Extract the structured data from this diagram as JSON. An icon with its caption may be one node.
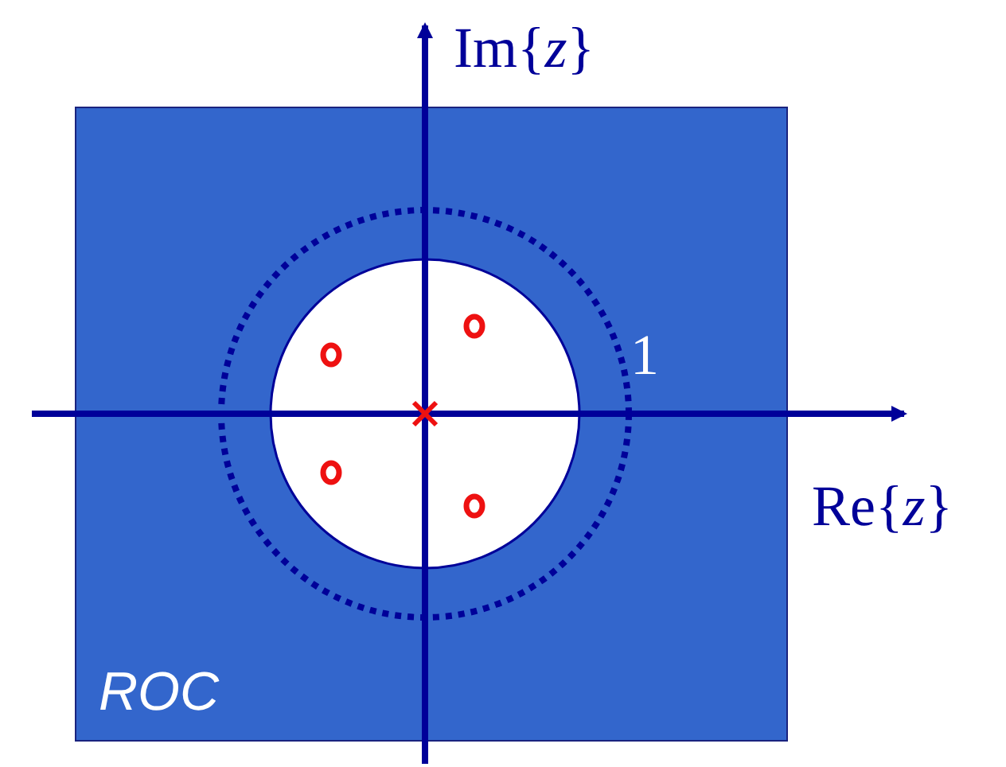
{
  "diagram": {
    "nodes": [
      {
        "text": [
          "ROC"
        ]
      }
    ],
    "labels": [
      "Im{*z*}",
      "1",
      "Re{*z*}"
    ]
  }
}
